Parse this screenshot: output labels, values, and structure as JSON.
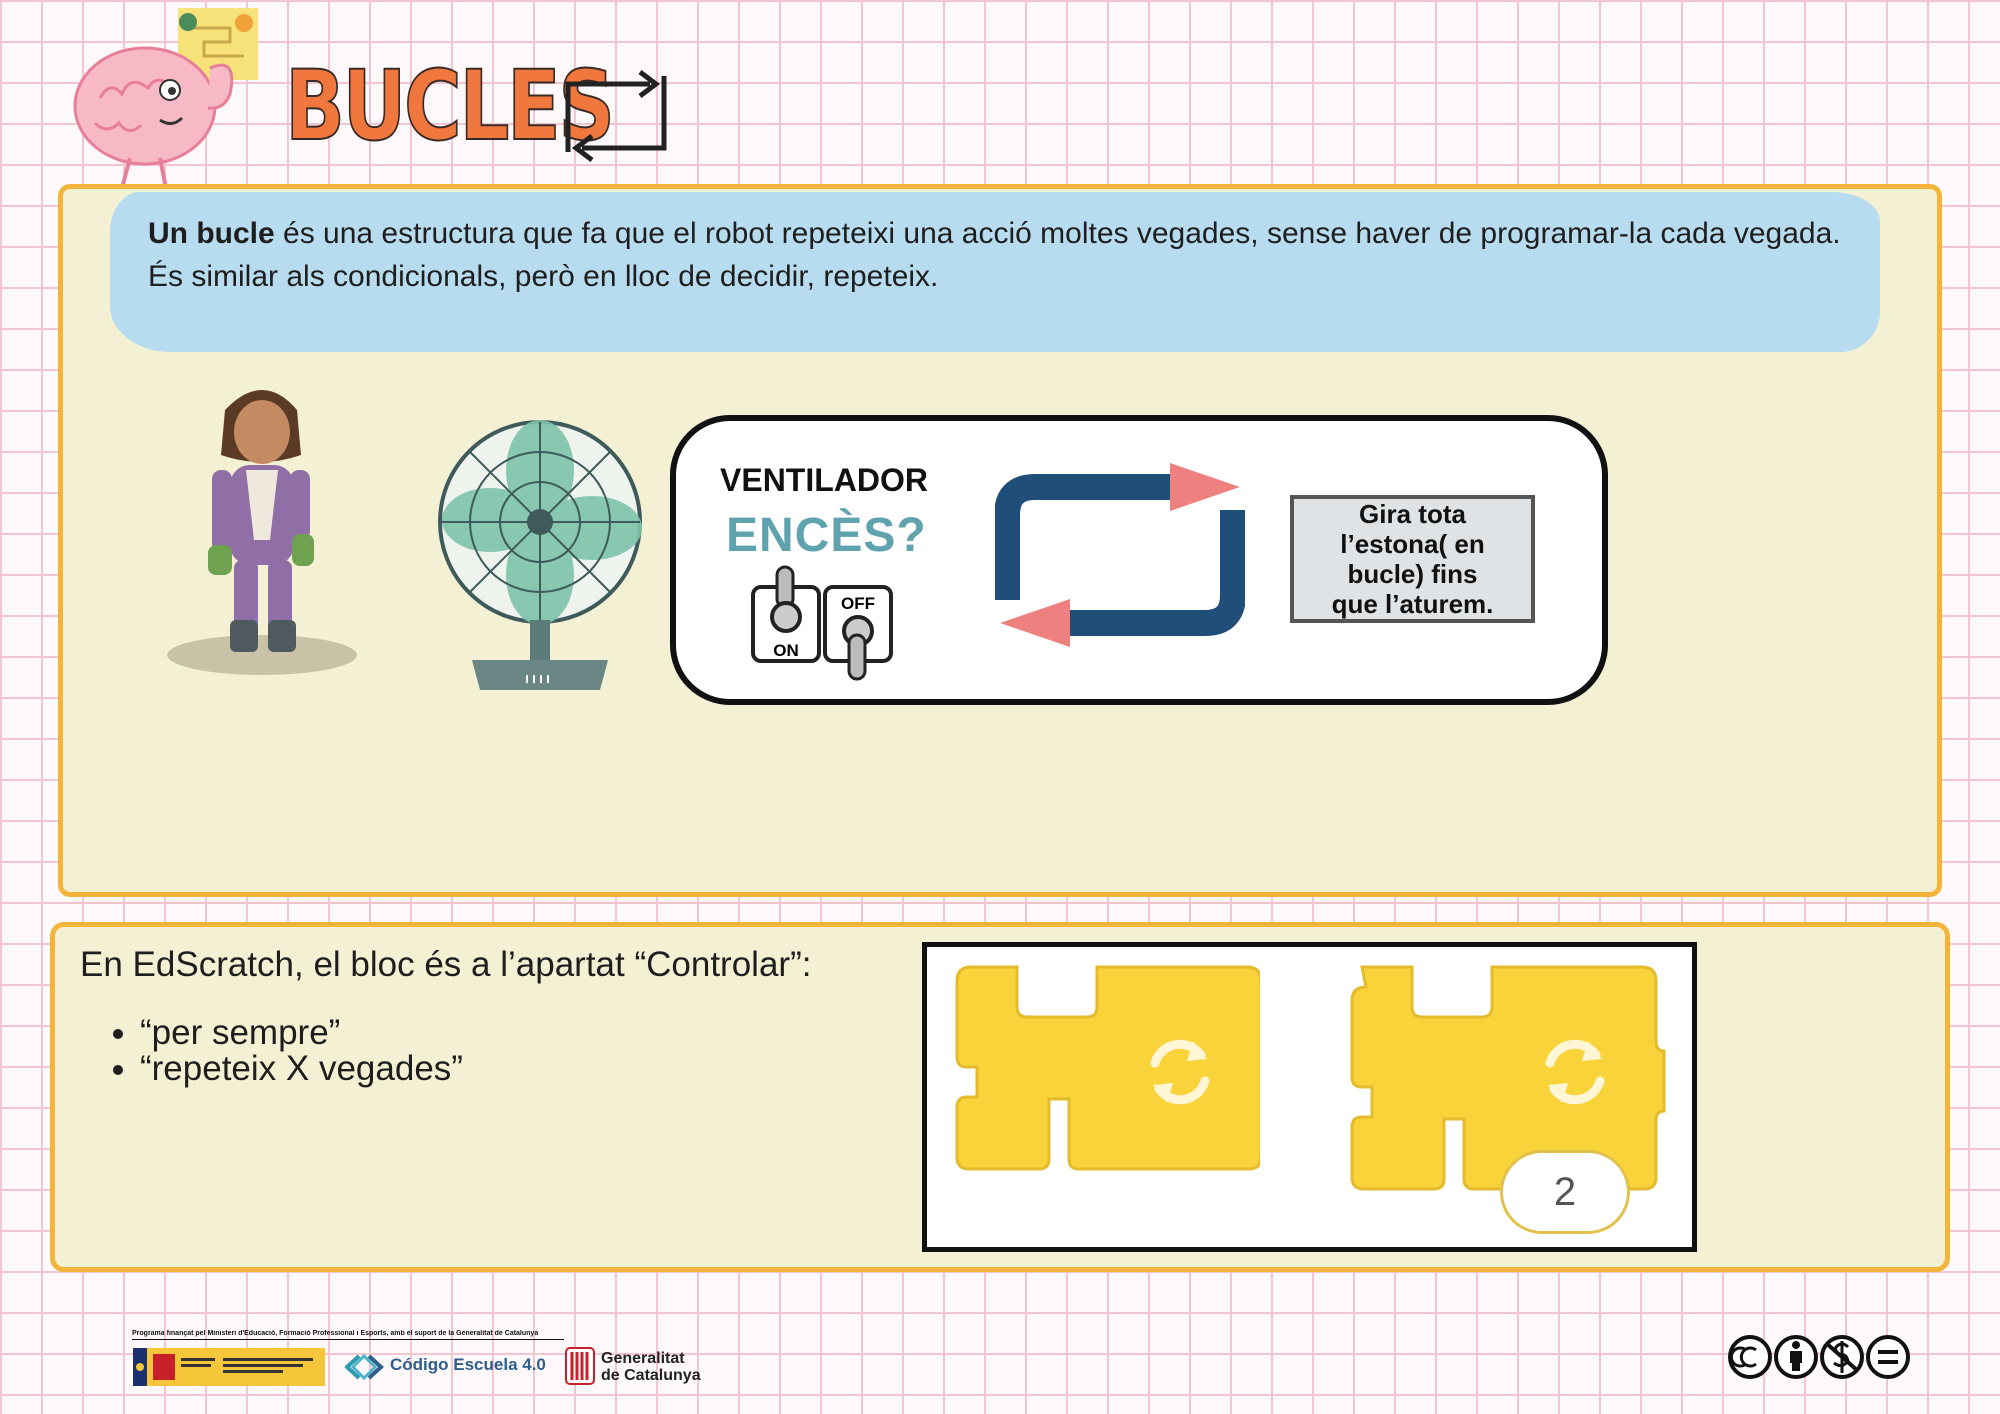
{
  "header": {
    "title": "BUCLES",
    "icons": [
      "brain-mascot-icon",
      "loop-icon"
    ]
  },
  "definition": {
    "term": "Un bucle",
    "text": " és una estructura que fa que el robot repeteixi una acció moltes vegades, sense haver de programar-la cada vegada. És similar als condicionals, però en lloc de decidir, repeteix."
  },
  "diagram": {
    "device_label": "VENTILADOR",
    "question": "ENCÈS?",
    "switch_on_label": "ON",
    "switch_off_label": "OFF",
    "result_text": "Gira tota\nl’estona( en\nbucle) fins\nque l’aturem."
  },
  "edscratch": {
    "intro": "En EdScratch, el bloc és a l’apartat “Controlar”:",
    "items": [
      "“per sempre”",
      "“repeteix X vegades”"
    ],
    "repeat_count": "2"
  },
  "footer": {
    "funding": "Programa finançat pel Ministeri d'Educació, Formació Professional i Esports, amb el suport de la Generalitat de Catalunya",
    "codigo": "Código Escuela 4.0",
    "generalitat": "Generalitat\nde Catalunya"
  },
  "colors": {
    "title": "#f0783e",
    "panel_border": "#f2b53a",
    "panel_bg": "#f4f0d3",
    "definition_bg": "#b7dcef",
    "loop_arrow": "#1f4e79",
    "arrow_head": "#ef8080",
    "block_yellow": "#f9d33a"
  }
}
